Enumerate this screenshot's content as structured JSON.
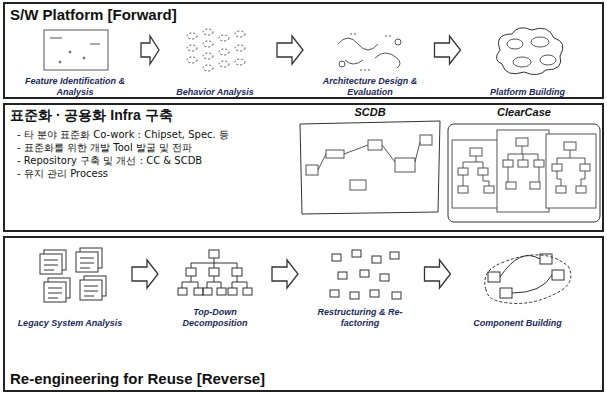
{
  "diagram": {
    "nodes": [
      {
        "text": [
          "S/W Platform [Forward]"
        ]
      },
      {
        "text": [
          "Feature Identification & Analysis"
        ],
        "in": 0
      },
      {
        "text": [
          "Behavior Analysis"
        ],
        "in": 0
      },
      {
        "text": [
          "Architecture Design & Evaluation"
        ],
        "in": 0
      },
      {
        "text": [
          "Platform Building"
        ],
        "in": 0
      },
      {
        "text": [
          "표준화 · 공용화 Infra 구축",
          "- 타 분야 표준화 Co-work : Chipset, Spec. 등",
          "- 표준화를 위한 개발 Tool 발굴 및 전파",
          "- Repository 구축 및 개선 : CC & SCDB",
          "- 유지 관리 Process"
        ]
      },
      {
        "text": [
          "SCDB"
        ],
        "in": 5
      },
      {
        "text": [
          "ClearCase"
        ],
        "in": 5
      },
      {
        "text": [
          "Re-engineering for Reuse [Reverse]"
        ]
      },
      {
        "text": [
          "Legacy System Analysis"
        ],
        "in": 8
      },
      {
        "text": [
          "Top-Down Decomposition"
        ],
        "in": 8
      },
      {
        "text": [
          "Restructuring & Re-factoring"
        ],
        "in": 8
      },
      {
        "text": [
          "Component Building"
        ],
        "in": 8
      }
    ],
    "edges": [
      {
        "from": 1,
        "to": 2,
        "arrow": "to"
      },
      {
        "from": 2,
        "to": 3,
        "arrow": "to"
      },
      {
        "from": 3,
        "to": 4,
        "arrow": "to"
      },
      {
        "from": 9,
        "to": 10,
        "arrow": "to"
      },
      {
        "from": 10,
        "to": 11,
        "arrow": "to"
      },
      {
        "from": 11,
        "to": 12,
        "arrow": "to"
      }
    ]
  }
}
